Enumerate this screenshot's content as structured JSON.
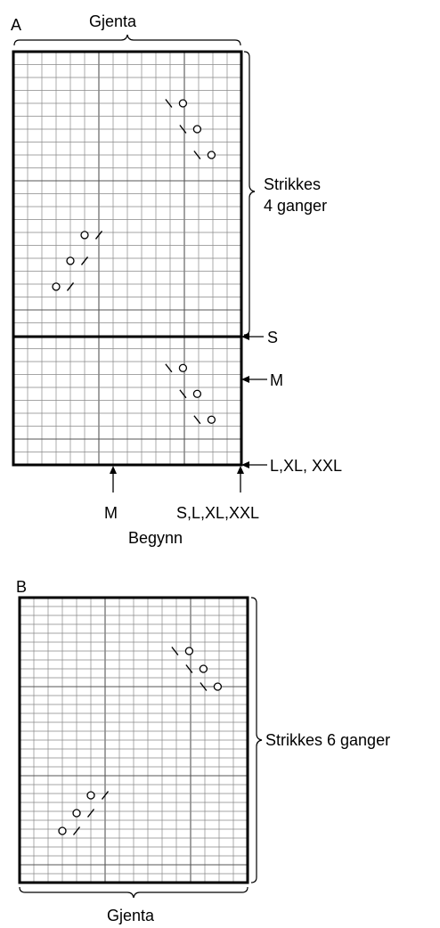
{
  "chartA": {
    "letter": "A",
    "top_label": "Gjenta",
    "right_repeat_line1": "Strikkes",
    "right_repeat_line2": "4 ganger",
    "marker_S": "S",
    "marker_M": "M",
    "marker_L": "L,XL, XXL",
    "bottom_M": "M",
    "bottom_sizes": "S,L,XL,XXL",
    "bottom_label": "Begynn",
    "cols": 16,
    "rows": 32,
    "yarnover_pairs": [
      {
        "row": 4,
        "col": 10.9,
        "lean": "left-first"
      },
      {
        "row": 6,
        "col": 11.9,
        "lean": "left-first"
      },
      {
        "row": 8,
        "col": 12.9,
        "lean": "left-first"
      },
      {
        "row": 14.2,
        "col": 5.0,
        "lean": "circle-first"
      },
      {
        "row": 16.2,
        "col": 4.0,
        "lean": "circle-first"
      },
      {
        "row": 18.2,
        "col": 3.0,
        "lean": "circle-first"
      },
      {
        "row": 24.5,
        "col": 10.9,
        "lean": "left-first"
      },
      {
        "row": 26.5,
        "col": 11.9,
        "lean": "left-first"
      },
      {
        "row": 28.5,
        "col": 12.9,
        "lean": "left-first"
      }
    ]
  },
  "chartB": {
    "letter": "B",
    "right_repeat": "Strikkes 6 ganger",
    "bottom_label": "Gjenta",
    "cols": 16,
    "rows": 32,
    "yarnover_pairs": [
      {
        "row": 6,
        "col": 10.9,
        "lean": "left-first"
      },
      {
        "row": 8,
        "col": 11.9,
        "lean": "left-first"
      },
      {
        "row": 10,
        "col": 12.9,
        "lean": "left-first"
      },
      {
        "row": 22.2,
        "col": 5.0,
        "lean": "circle-first"
      },
      {
        "row": 24.2,
        "col": 4.0,
        "lean": "circle-first"
      },
      {
        "row": 26.2,
        "col": 3.0,
        "lean": "circle-first"
      }
    ]
  }
}
